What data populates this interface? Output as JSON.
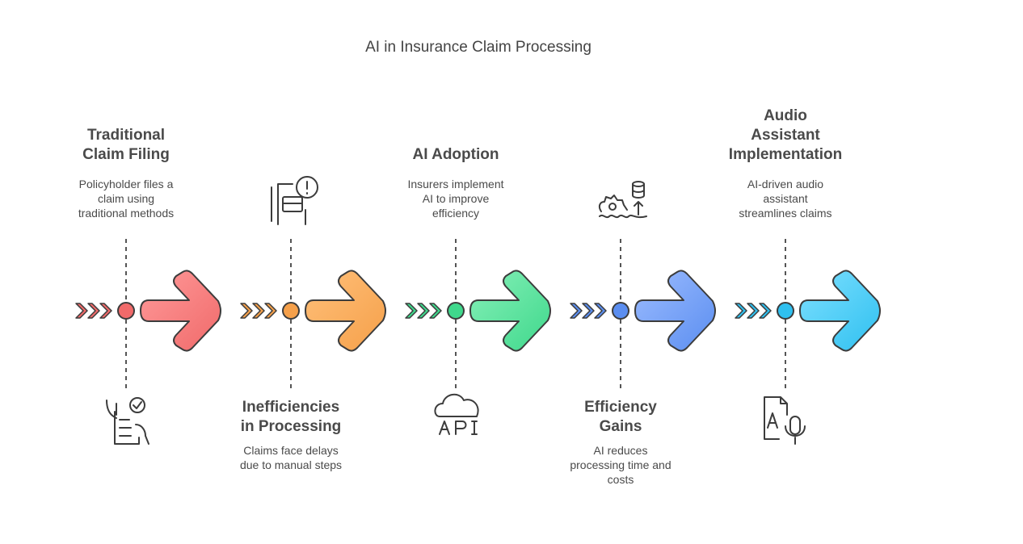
{
  "title": "AI in Insurance Claim Processing",
  "colors": {
    "stroke": "#3c3c3c",
    "dash": "#555555"
  },
  "steps": [
    {
      "title": "Traditional\nClaim Filing",
      "description": "Policyholder files a\nclaim using\ntraditional methods",
      "icon": "claim-checklist-hand-icon",
      "position": "top",
      "color_light": "#ff9a9a",
      "color_dark": "#f06a6a"
    },
    {
      "title": "Inefficiencies\nin Processing",
      "description": "Claims face delays\ndue to manual steps",
      "icon": "document-alert-icon",
      "position": "bottom",
      "color_light": "#ffc07a",
      "color_dark": "#f5a04a"
    },
    {
      "title": "AI Adoption",
      "description": "Insurers implement\nAI to improve\nefficiency",
      "icon": "cloud-api-icon",
      "position": "top",
      "color_light": "#86f0b8",
      "color_dark": "#3fd88c"
    },
    {
      "title": "Efficiency\nGains",
      "description": "AI reduces\nprocessing time and\ncosts",
      "icon": "gear-database-icon",
      "position": "bottom",
      "color_light": "#9cbcff",
      "color_dark": "#5b8ef0"
    },
    {
      "title": "Audio\nAssistant\nImplementation",
      "description": "AI-driven audio\nassistant\nstreamlines claims",
      "icon": "audio-document-icon",
      "position": "top",
      "color_light": "#7ee0ff",
      "color_dark": "#2fc0f0"
    }
  ]
}
